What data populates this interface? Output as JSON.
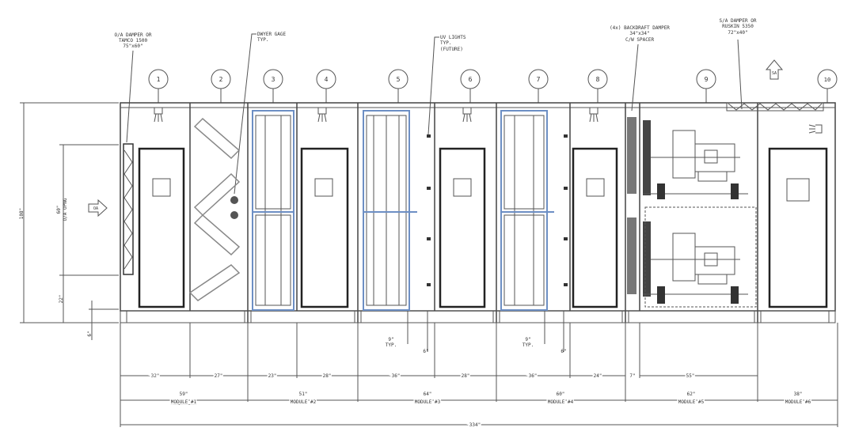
{
  "callouts": {
    "oa_damper": [
      "O/A DAMPER OR",
      "TAMCO 1500",
      "75\"x60\""
    ],
    "dwyer_gage": [
      "DWYER GAGE",
      "TYP."
    ],
    "uv_lights": [
      "UV LIGHTS",
      "TYP.",
      "(FUTURE)"
    ],
    "backdraft": [
      "(4x) BACKDRAFT DAMPER",
      "34\"x34\"",
      "C/W SPACER"
    ],
    "sa_damper": [
      "S/A DAMPER OR",
      "RUSKIN 5350",
      "72\"x40\""
    ]
  },
  "section_tags": [
    "1",
    "2",
    "3",
    "4",
    "5",
    "6",
    "7",
    "8",
    "9",
    "10"
  ],
  "airflow": {
    "oa": "OA",
    "sa": "SA"
  },
  "left_dims": {
    "overall": "108\"",
    "opening": "60\"",
    "opening_label": "O/A OPNG",
    "lower": "22\"",
    "base": "6\""
  },
  "small_dims": {
    "uv1_a": "9\"",
    "uv1_b": "TYP.",
    "uv1_c": "6\"",
    "uv2_a": "9\"",
    "uv2_b": "TYP.",
    "uv2_c": "6\""
  },
  "section_dims": [
    "32\"",
    "27\"",
    "23\"",
    "28\"",
    "36\"",
    "28\"",
    "36\"",
    "24\"",
    "7\"",
    "55\""
  ],
  "modules": [
    {
      "length": "59\"",
      "label": "MODULE #1"
    },
    {
      "length": "51\"",
      "label": "MODULE #2"
    },
    {
      "length": "64\"",
      "label": "MODULE #3"
    },
    {
      "length": "60\"",
      "label": "MODULE #4"
    },
    {
      "length": "62\"",
      "label": "MODULE #5"
    },
    {
      "length": "38\"",
      "label": "MODULE #6"
    }
  ],
  "overall_length": "334\""
}
